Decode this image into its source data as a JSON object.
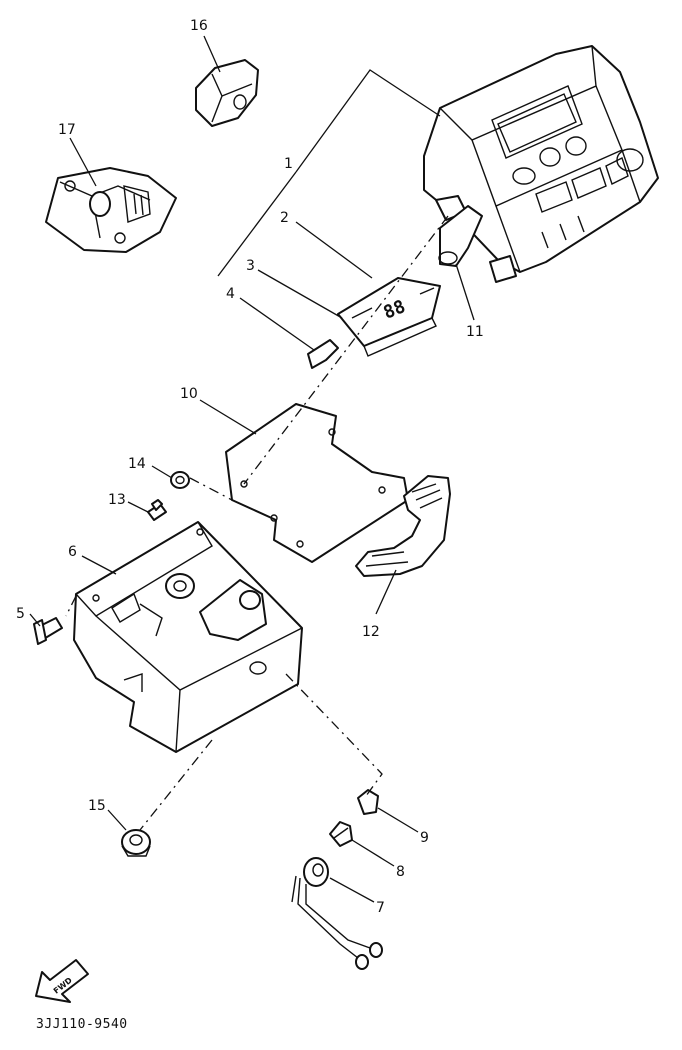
{
  "diagram": {
    "part_code": "3JJ110-9540",
    "forward_arrow_label": "FWD",
    "lcd_digits": "88",
    "callouts": [
      {
        "id": "n1",
        "label": "1"
      },
      {
        "id": "n2",
        "label": "2"
      },
      {
        "id": "n3",
        "label": "3"
      },
      {
        "id": "n4",
        "label": "4"
      },
      {
        "id": "n5",
        "label": "5"
      },
      {
        "id": "n6",
        "label": "6"
      },
      {
        "id": "n7",
        "label": "7"
      },
      {
        "id": "n8",
        "label": "8"
      },
      {
        "id": "n9",
        "label": "9"
      },
      {
        "id": "n10",
        "label": "10"
      },
      {
        "id": "n11",
        "label": "11"
      },
      {
        "id": "n12",
        "label": "12"
      },
      {
        "id": "n13",
        "label": "13"
      },
      {
        "id": "n14",
        "label": "14"
      },
      {
        "id": "n15",
        "label": "15"
      },
      {
        "id": "n16",
        "label": "16"
      },
      {
        "id": "n17",
        "label": "17"
      }
    ]
  }
}
